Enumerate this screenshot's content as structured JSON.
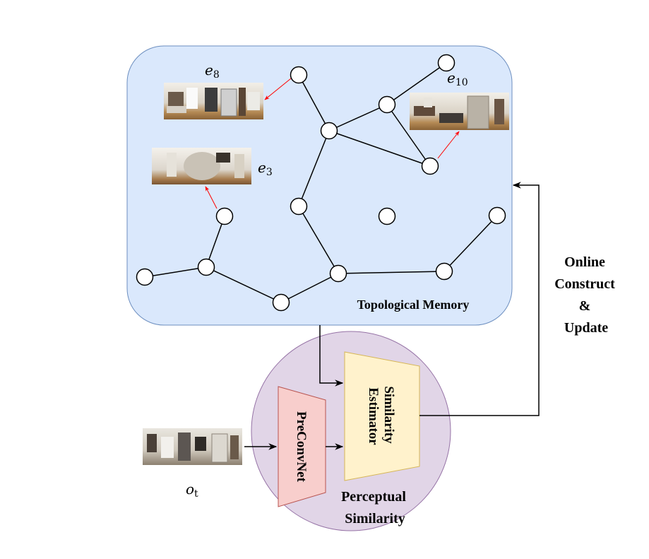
{
  "memory": {
    "title": "Topological Memory",
    "labels": [
      {
        "base": "e",
        "sub": "8"
      },
      {
        "base": "e",
        "sub": "10"
      },
      {
        "base": "e",
        "sub": "3"
      }
    ]
  },
  "perceptual": {
    "title_line1": "Perceptual",
    "title_line2": "Similarity"
  },
  "preconvnet": {
    "label": "PreConvNet"
  },
  "estimator": {
    "line1": "Similarity",
    "line2": "Estimator"
  },
  "observation": {
    "base": "o",
    "sub": "t"
  },
  "update": {
    "line1": "Online",
    "line2": "Construct",
    "line3": "&",
    "line4": "Update"
  },
  "colors": {
    "memory_fill": "#dae8fc",
    "memory_stroke": "#6c8ebf",
    "perceptual_fill": "#e1d5e7",
    "perceptual_stroke": "#9673a6",
    "preconvnet_fill": "#f8cecc",
    "preconvnet_stroke": "#b85450",
    "estimator_fill": "#fff2cc",
    "estimator_stroke": "#d6b656",
    "memory_link": "#ff0000"
  }
}
